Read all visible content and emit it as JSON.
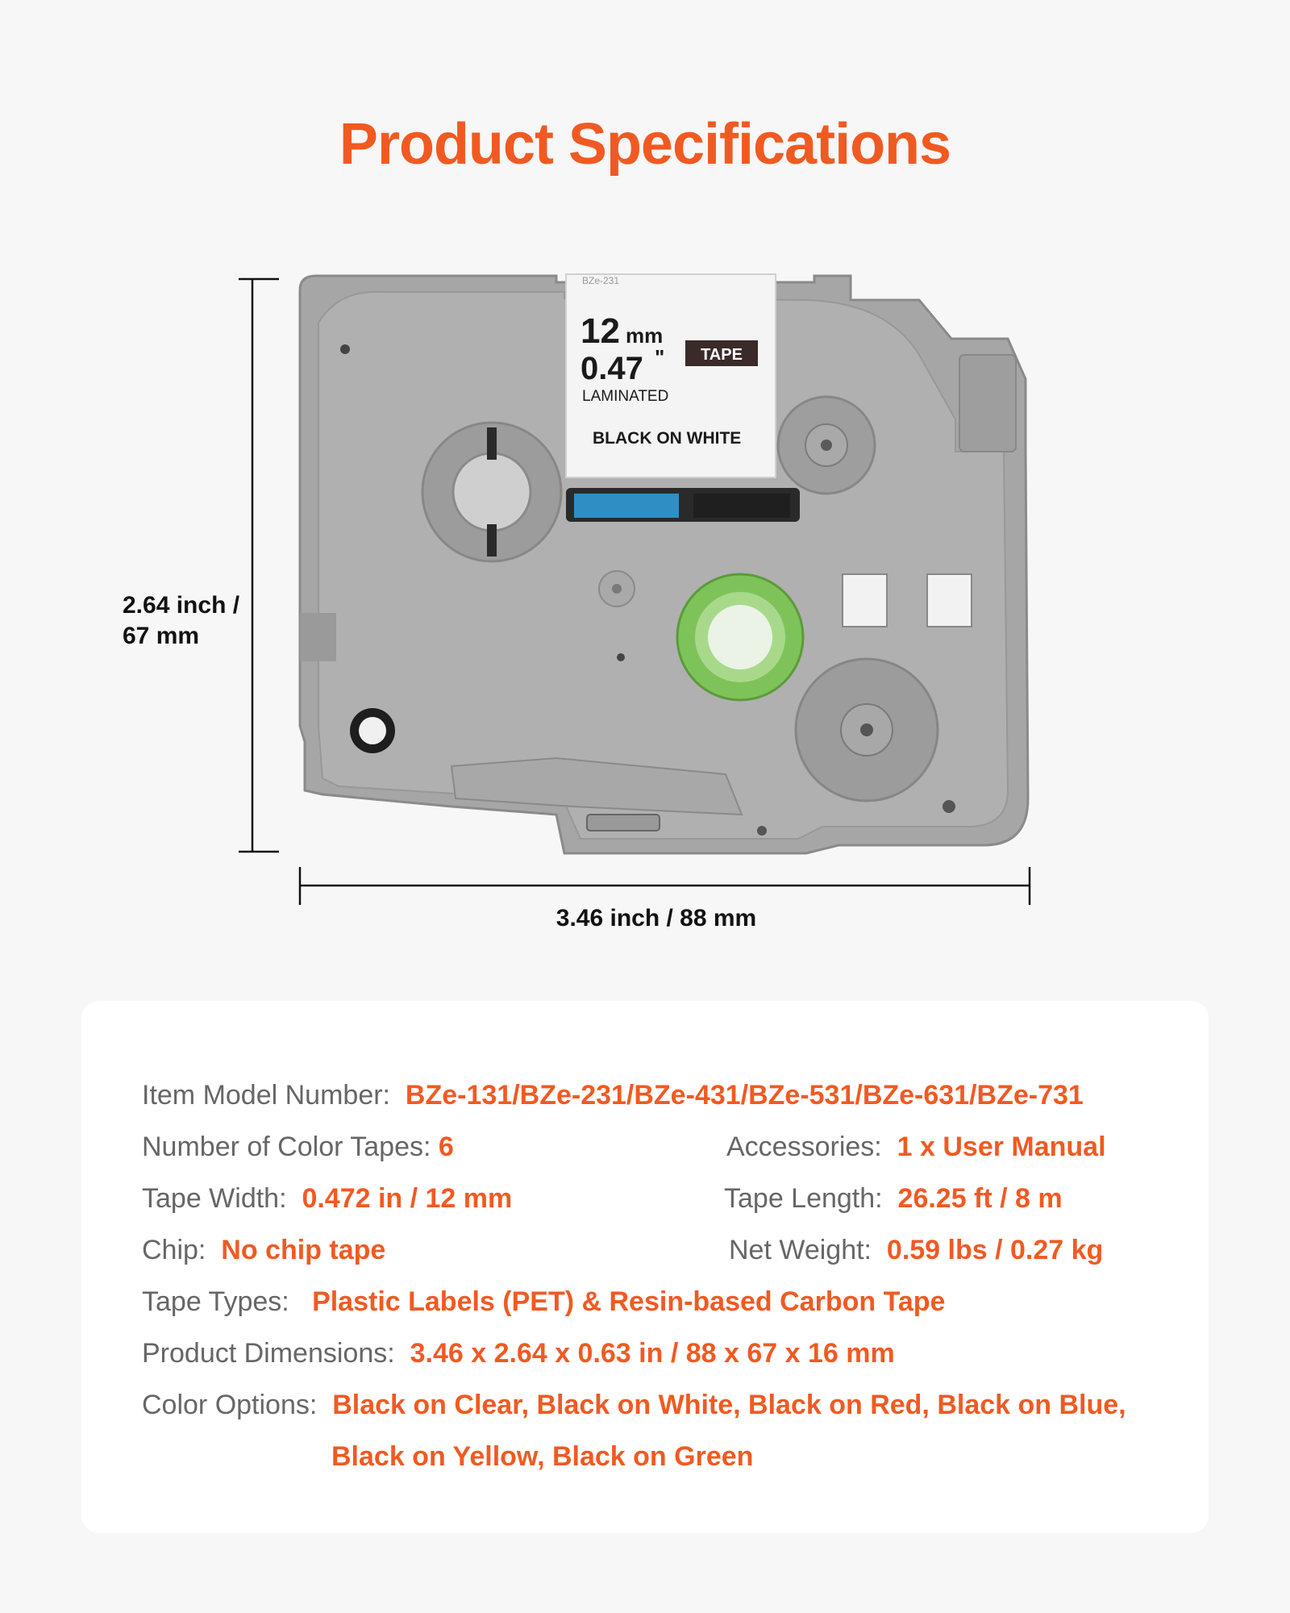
{
  "page": {
    "title": "Product Specifications",
    "accent_color": "#f05a22"
  },
  "dimensions": {
    "height_line1": "2.64 inch /",
    "height_line2": "67 mm",
    "width": "3.46 inch / 88 mm"
  },
  "cartridge_label": {
    "top_code": "BZe-231",
    "size_mm": "12",
    "size_mm_unit": "mm",
    "size_in": "0.47",
    "size_in_unit": "\"",
    "badge": "TAPE",
    "type": "LAMINATED",
    "color": "BLACK ON WHITE"
  },
  "specs": {
    "model_label": "Item Model Number:",
    "model_value": "BZe-131/BZe-231/BZe-431/BZe-531/BZe-631/BZe-731",
    "color_tapes_label": "Number of Color Tapes:",
    "color_tapes_value": "6",
    "accessories_label": "Accessories:",
    "accessories_value": "1 x User Manual",
    "tape_width_label": "Tape Width:",
    "tape_width_value": "0.472 in / 12 mm",
    "tape_length_label": "Tape Length:",
    "tape_length_value": "26.25 ft / 8 m",
    "chip_label": "Chip:",
    "chip_value": "No chip tape",
    "net_weight_label": "Net Weight:",
    "net_weight_value": "0.59 lbs / 0.27 kg",
    "tape_types_label": "Tape Types:",
    "tape_types_value": "Plastic Labels (PET) & Resin-based Carbon Tape",
    "product_dimensions_label": "Product Dimensions:",
    "product_dimensions_value": "3.46 x 2.64 x 0.63 in / 88 x 67 x 16 mm",
    "color_options_label": "Color Options:",
    "color_options_line1": "Black on Clear, Black on White, Black on Red, Black on Blue,",
    "color_options_line2": "Black on Yellow, Black on Green"
  }
}
